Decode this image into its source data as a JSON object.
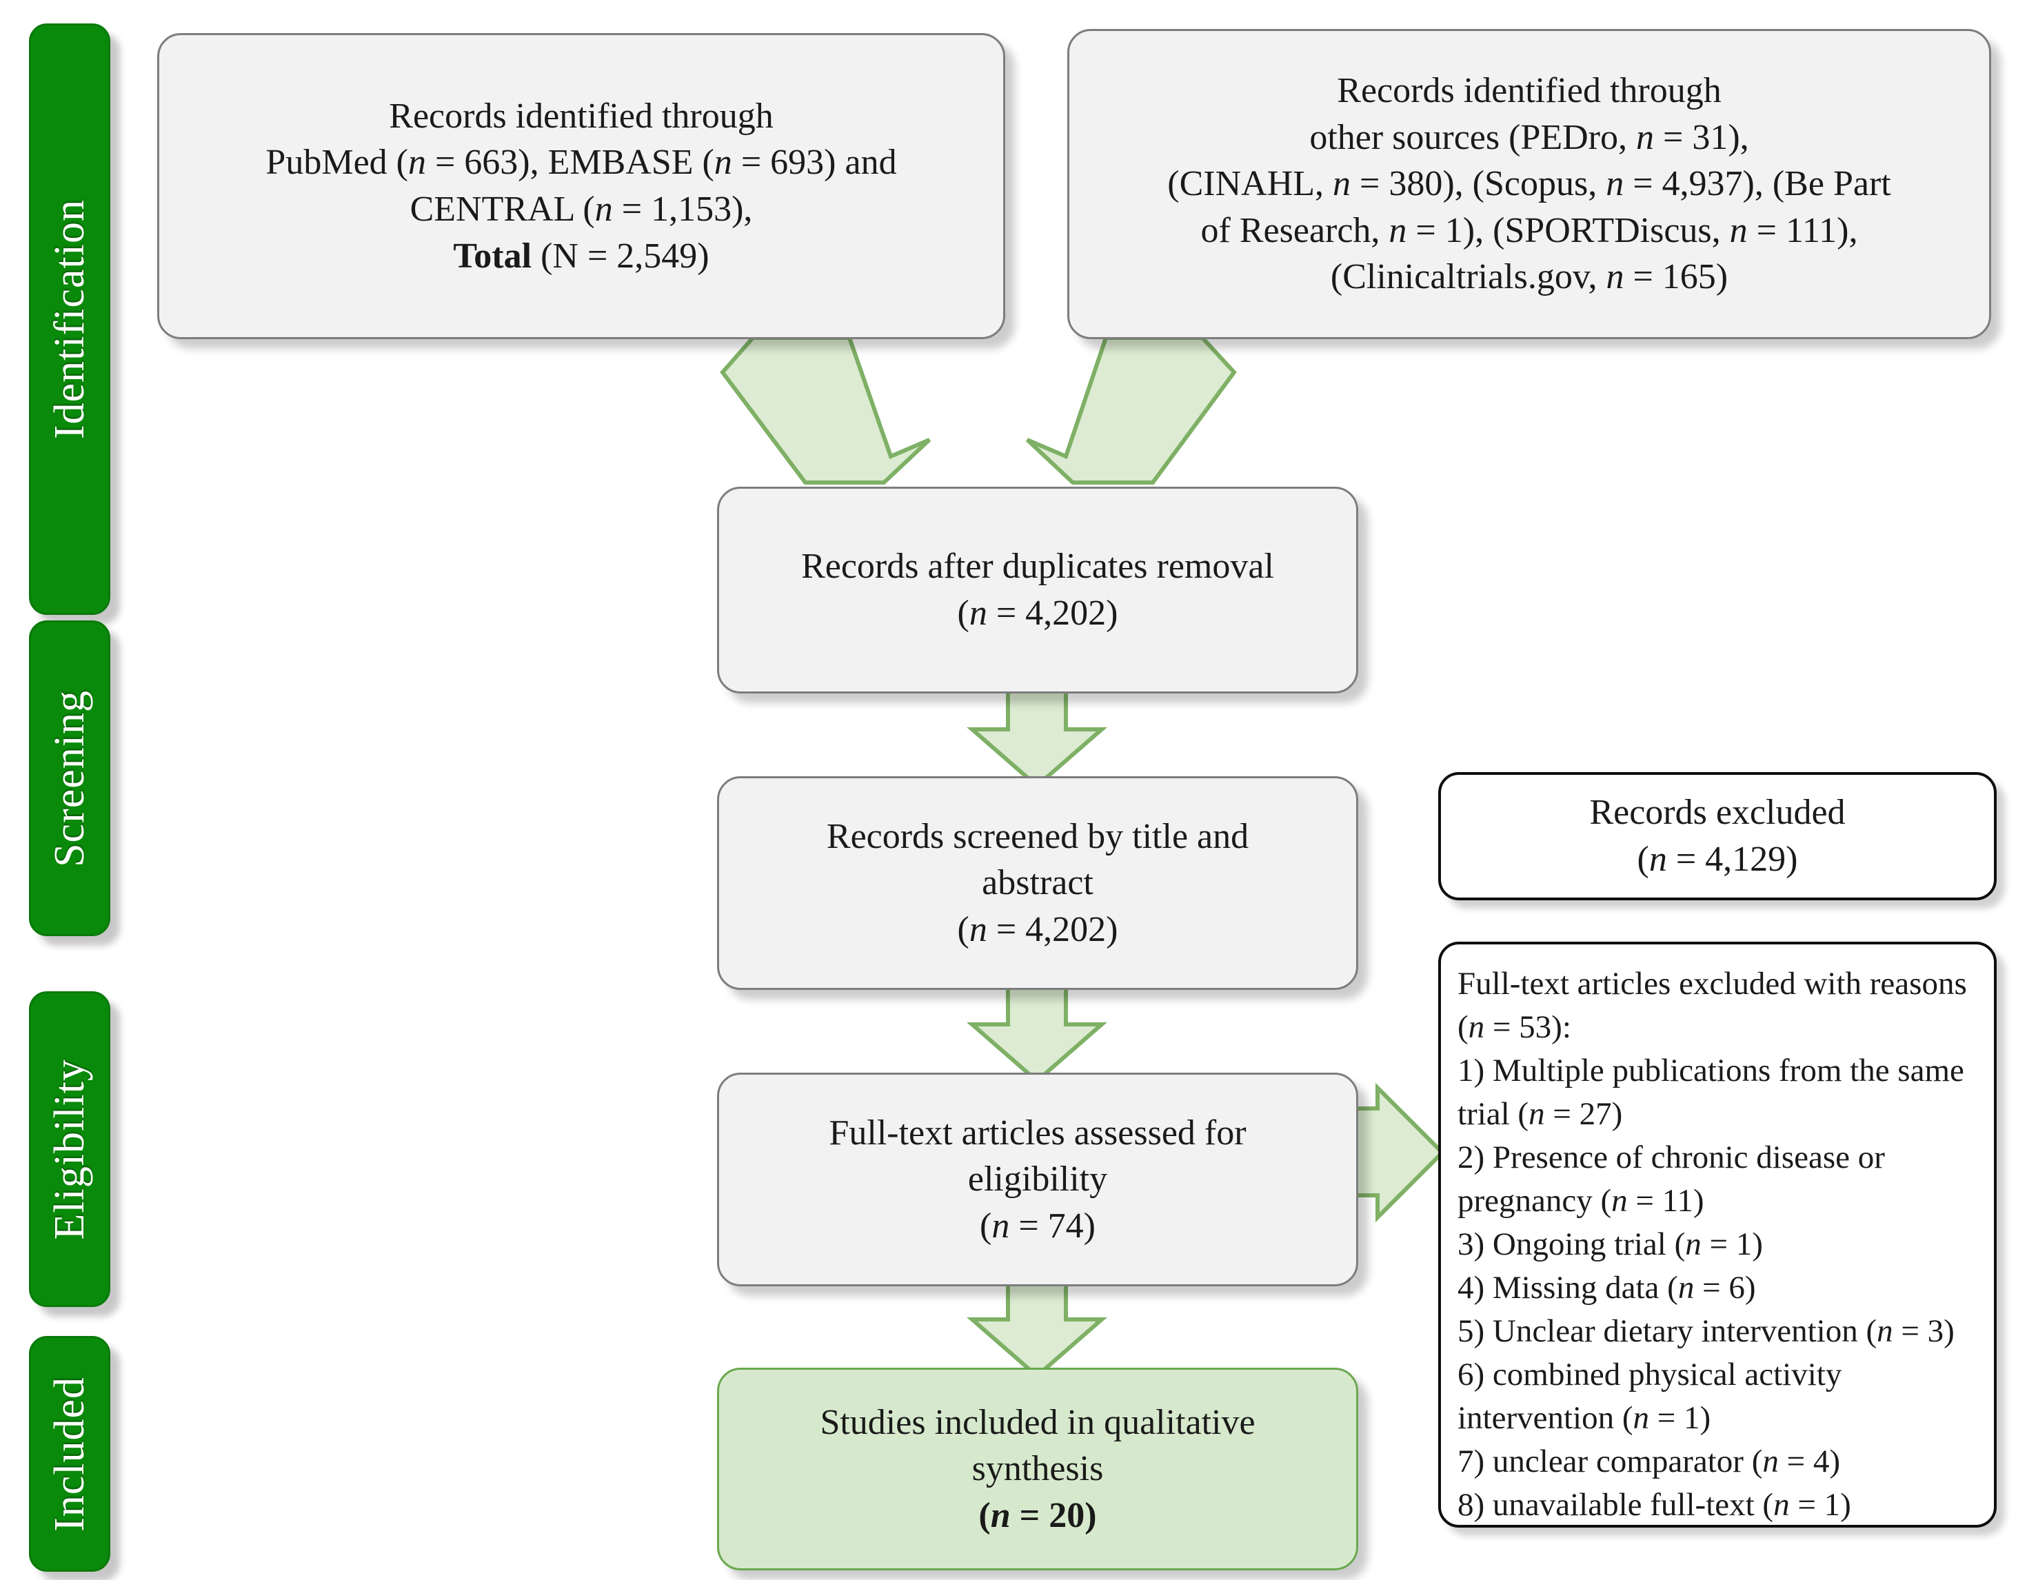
{
  "diagram": {
    "title": "PRISMA flow diagram",
    "accent_green": "#0a8a0a",
    "included_fill": "#d7e9cc",
    "arrow_fill": "#dcebd2",
    "arrow_stroke": "#7eb065",
    "box_fill": "#f2f2f2",
    "box_border": "#7d7d7d"
  },
  "phases": [
    {
      "id": "identification",
      "label": "Identification"
    },
    {
      "id": "screening",
      "label": "Screening"
    },
    {
      "id": "eligibility",
      "label": "Eligibility"
    },
    {
      "id": "included",
      "label": "Included"
    }
  ],
  "boxes": {
    "identified_databases": {
      "lines": [
        "Records identified through",
        "PubMed (n = 663), EMBASE (n = 693) and",
        "CENTRAL (n = 1,153),",
        "Total (N = 2,549)"
      ],
      "l1": "Records identified through",
      "l2_a": "PubMed (",
      "l2_n1": "n",
      "l2_b": " = 663), EMBASE (",
      "l2_n2": "n",
      "l2_c": " = 693) and",
      "l3_a": "CENTRAL (",
      "l3_n": "n",
      "l3_b": " = 1,153),",
      "l4_total": "Total",
      "l4_b": " (N = 2,549)"
    },
    "identified_other": {
      "lines": [
        "Records identified through",
        "other sources (PEDro, n = 31),",
        "(CINAHL, n = 380), (Scopus, n = 4,937), (Be Part",
        "of Research, n = 1), (SPORTDiscus, n = 111),",
        "(Clinicaltrials.gov, n = 165)"
      ],
      "l1": "Records identified through",
      "l2_a": "other sources (PEDro, ",
      "l2_n": "n",
      "l2_b": " = 31),",
      "l3_a": "(CINAHL, ",
      "l3_n1": "n",
      "l3_b": " = 380), (Scopus, ",
      "l3_n2": "n",
      "l3_c": " = 4,937), (Be Part",
      "l4_a": "of Research, ",
      "l4_n1": "n",
      "l4_b": " = 1), (SPORTDiscus, ",
      "l4_n2": "n",
      "l4_c": " = 111),",
      "l5_a": "(Clinicaltrials.gov, ",
      "l5_n": "n",
      "l5_b": " = 165)"
    },
    "after_duplicates": {
      "lines": [
        "Records after duplicates removal",
        "(n = 4,202)"
      ],
      "l1": "Records after duplicates removal",
      "l2_a": "(",
      "l2_n": "n",
      "l2_b": " = 4,202)"
    },
    "screened": {
      "lines": [
        "Records screened by title and",
        "abstract",
        "(n = 4,202)"
      ],
      "l1": "Records screened by title and",
      "l2": "abstract",
      "l3_a": "(",
      "l3_n": "n",
      "l3_b": " = 4,202)"
    },
    "records_excluded": {
      "lines": [
        "Records excluded",
        "(n = 4,129)"
      ],
      "l1": "Records excluded",
      "l2_a": "(",
      "l2_n": "n",
      "l2_b": " = 4,129)"
    },
    "fulltext_assessed": {
      "lines": [
        "Full-text articles assessed for",
        "eligibility",
        "(n = 74)"
      ],
      "l1": "Full-text articles assessed for",
      "l2": "eligibility",
      "l3_a": "(",
      "l3_n": "n",
      "l3_b": " = 74)"
    },
    "fulltext_excluded": {
      "header": "Full-text articles excluded with reasons",
      "header_count_a": "(",
      "header_count_n": "n",
      "header_count_b": " = 53):",
      "reasons": [
        "1) Multiple publications from the same trial (n = 27)",
        "2) Presence of chronic disease or pregnancy (n = 11)",
        "3) Ongoing trial (n = 1)",
        "4) Missing data  (n = 6)",
        "5) Unclear dietary intervention (n = 3)",
        "6) combined physical activity intervention (n = 1)",
        "7) unclear comparator (n = 4)",
        "8) unavailable full-text (n = 1)"
      ],
      "r1_a": "1) Multiple publications from the same",
      "r1_b": "trial (",
      "r1_n": "n",
      "r1_c": " = 27)",
      "r2_a": "2) Presence of chronic disease or",
      "r2_b": "pregnancy (",
      "r2_n": "n",
      "r2_c": " = 11)",
      "r3_a": "3) Ongoing trial (",
      "r3_n": "n",
      "r3_b": " = 1)",
      "r4_a": "4) Missing data  (",
      "r4_n": "n",
      "r4_b": " = 6)",
      "r5_a": "5) Unclear dietary intervention (",
      "r5_n": "n",
      "r5_b": " = 3)",
      "r6_a": "6) combined physical activity",
      "r6_b": "intervention (",
      "r6_n": "n",
      "r6_c": " = 1)",
      "r7_a": "7) unclear comparator (",
      "r7_n": "n",
      "r7_b": " = 4)",
      "r8_a": "8) unavailable full-text (",
      "r8_n": "n",
      "r8_b": " = 1)"
    },
    "included_studies": {
      "lines": [
        "Studies included in qualitative",
        "synthesis",
        "(n = 20)"
      ],
      "l1": "Studies included in qualitative",
      "l2": "synthesis",
      "l3_a": "(",
      "l3_n": "n",
      "l3_b": " = 20)"
    }
  },
  "counts": {
    "pubmed": 663,
    "embase": 693,
    "central": 1153,
    "total_databases": 2549,
    "pedro": 31,
    "cinahl": 380,
    "scopus": 4937,
    "be_part_of_research": 1,
    "sportdiscus": 111,
    "clinicaltrials_gov": 165,
    "after_duplicates": 4202,
    "screened": 4202,
    "records_excluded": 4129,
    "fulltext_assessed": 74,
    "fulltext_excluded": 53,
    "included": 20
  }
}
